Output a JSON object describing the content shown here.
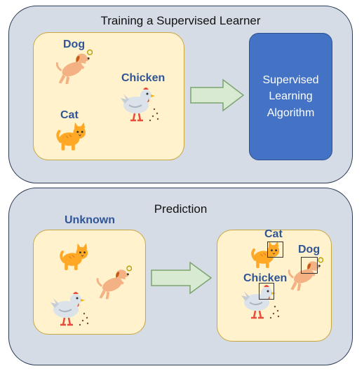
{
  "training": {
    "title": "Training a Supervised Learner",
    "labels": {
      "dog": "Dog",
      "chicken": "Chicken",
      "cat": "Cat"
    },
    "algorithm": {
      "line1": "Supervised",
      "line2": "Learning",
      "line3": "Algorithm"
    }
  },
  "prediction": {
    "title": "Prediction",
    "input_label": "Unknown",
    "labels": {
      "cat": "Cat",
      "dog": "Dog",
      "chicken": "Chicken"
    }
  },
  "colors": {
    "panel_bg": "#d6dce5",
    "box_bg": "#fff2cc",
    "label_blue": "#2f5597",
    "algorithm_blue": "#4472c4",
    "arrow_fill": "#d9ead3"
  }
}
